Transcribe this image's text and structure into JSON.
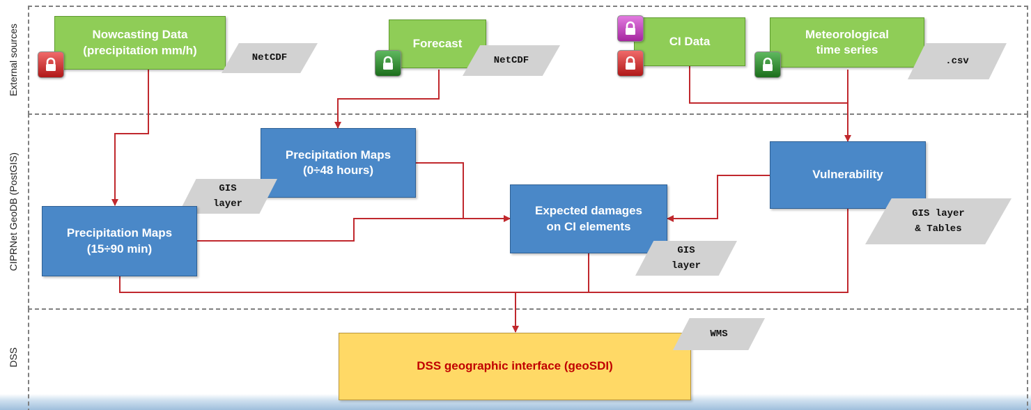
{
  "sections": {
    "external": "External sources",
    "geodb": "CIPRNet GeoDB (PostGIS)",
    "dss": "DSS"
  },
  "sources": {
    "nowcasting": {
      "line1": "Nowcasting Data",
      "line2": "(precipitation mm/h)"
    },
    "forecast": "Forecast",
    "ci_data": "CI Data",
    "meteo": {
      "line1": "Meteorological",
      "line2": "time series"
    }
  },
  "processes": {
    "precip_maps_48h": {
      "line1": "Precipitation Maps",
      "line2": "(0÷48 hours)"
    },
    "precip_maps_90min": {
      "line1": "Precipitation Maps",
      "line2": "(15÷90 min)"
    },
    "expected_damages": {
      "line1": "Expected damages",
      "line2": "on CI elements"
    },
    "vulnerability": "Vulnerability"
  },
  "formats": {
    "netcdf_nowcasting": "NetCDF",
    "netcdf_forecast": "NetCDF",
    "csv": ".csv",
    "gis_layer_maps": {
      "line1": "GIS",
      "line2": "layer"
    },
    "gis_layer_tables": {
      "line1": "GIS layer",
      "line2": "& Tables"
    },
    "gis_layer_damages": {
      "line1": "GIS",
      "line2": "layer"
    },
    "wms": "WMS"
  },
  "dss_interface": "DSS geographic interface (geoSDI)",
  "icons": {
    "lock_nowcasting": "lock-icon",
    "lock_forecast": "lock-icon",
    "lock_ci_top": "lock-icon",
    "lock_ci_bottom": "lock-icon",
    "lock_meteo": "lock-icon"
  },
  "colors": {
    "source_box": "#8fcd57",
    "process_box": "#4a88c8",
    "dss_box": "#ffd966",
    "dss_text": "#c00000",
    "arrow": "#c0282d",
    "lock_red": "#b01818",
    "lock_green": "#1c6e1c",
    "lock_pink": "#a5279f"
  }
}
